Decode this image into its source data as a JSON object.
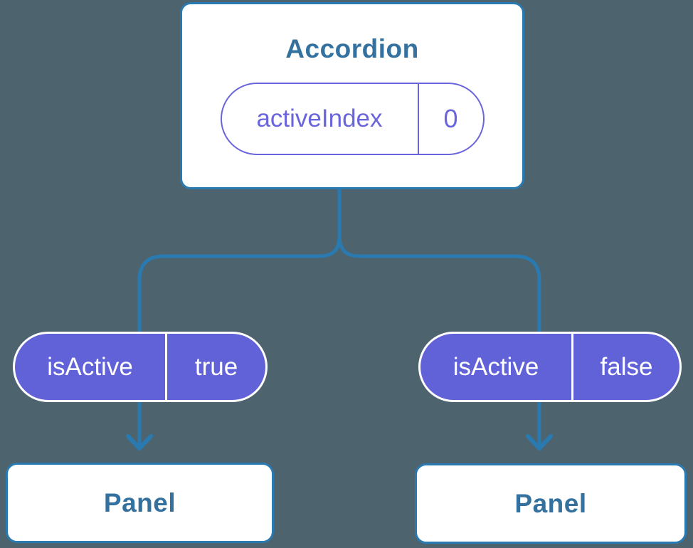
{
  "colors": {
    "background": "#4D636E",
    "line": "#2A7AB2",
    "node_text": "#35719E",
    "purple_fill": "#6262D8",
    "purple_accent": "#6B65DC",
    "white": "#FFFFFF"
  },
  "diagram": {
    "root": {
      "title": "Accordion",
      "state_pill": {
        "name": "activeIndex",
        "value": "0"
      }
    },
    "branches": [
      {
        "prop_pill": {
          "name": "isActive",
          "value": "true"
        },
        "child": {
          "title": "Panel"
        }
      },
      {
        "prop_pill": {
          "name": "isActive",
          "value": "false"
        },
        "child": {
          "title": "Panel"
        }
      }
    ]
  }
}
